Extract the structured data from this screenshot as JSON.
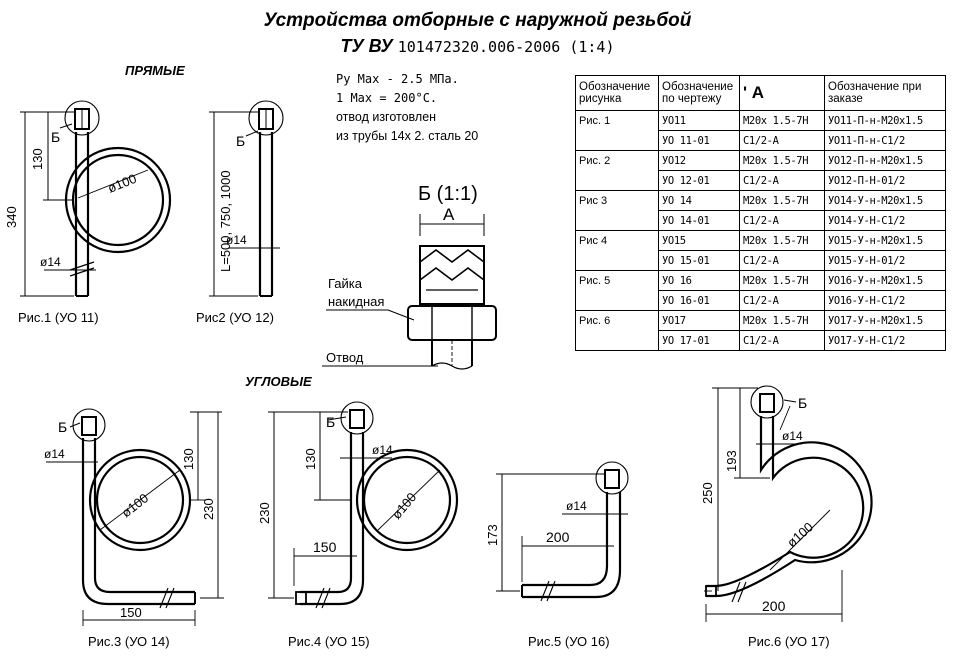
{
  "title": "Устройства отборные с наружной резьбой",
  "subtitle": {
    "prefix": "ТУ ВУ",
    "code": "101472320.006-2006 (1:4)"
  },
  "sections": {
    "straight": "ПРЯМЫЕ",
    "angled": "УГЛОВЫЕ"
  },
  "notes": {
    "pressure": "Py Max - 2.5 МПа.",
    "temp": "1 Max = 200°С.",
    "made1": "отвод изготовлен",
    "made2": "из трубы 14х 2. сталь 20"
  },
  "detail": {
    "title": "Б (1:1)",
    "size_label": "А",
    "nut_label1": "Гайка",
    "nut_label2": "накидная",
    "pipe_label": "Отвод"
  },
  "dims": {
    "b": "Б",
    "d14": "ø14",
    "d100": "ø100",
    "fig1_130": "130",
    "fig1_340": "340",
    "fig2_L": "L=500, 750, 1000",
    "fig3_130": "130",
    "fig3_230": "230",
    "fig3_150": "150",
    "fig4_130": "130",
    "fig4_230": "230",
    "fig4_150": "150",
    "fig5_173": "173",
    "fig5_200": "200",
    "fig6_250": "250",
    "fig6_193": "193",
    "fig6_200": "200"
  },
  "captions": {
    "fig1": "Рис.1 (УО 11)",
    "fig2": "Рис2 (УО 12)",
    "fig3": "Рис.3 (УО 14)",
    "fig4": "Рис.4 (УО 15)",
    "fig5": "Рис.5 (УО 16)",
    "fig6": "Рис.6 (УО 17)"
  },
  "table": {
    "headers": [
      "Обозначение рисунка",
      "Обозначение по чертежу",
      "' А",
      "Обозначение при заказе"
    ],
    "rows": [
      [
        "Рис. 1",
        "УО11",
        "М20х 1.5-7Н",
        "УО11-П-н-М20х1.5"
      ],
      [
        "",
        "УО 11-01",
        "С1/2-А",
        "УО11-П-н-С1/2"
      ],
      [
        "Рис. 2",
        "УО12",
        "М20х 1.5-7Н",
        "УО12-П-н-М20х1.5"
      ],
      [
        "",
        "УО 12-01",
        "С1/2-А",
        "УО12-П-Н-01/2"
      ],
      [
        "Рис 3",
        "УО 14",
        "М20х 1.5-7Н",
        "УО14-У-н-М20х1.5"
      ],
      [
        "",
        "УО 14-01",
        "С1/2-А",
        "УО14-У-Н-С1/2"
      ],
      [
        "Рис 4",
        "УО15",
        "М20х 1.5-7Н",
        "УО15-У-н-М20х1.5"
      ],
      [
        "",
        "УО 15-01",
        "С1/2-А",
        "УО15-У-Н-01/2"
      ],
      [
        "Рис. 5",
        "УО 16",
        "М20х 1.5-7Н",
        "УО16-У-н-М20х1.5"
      ],
      [
        "",
        "УО 16-01",
        "С1/2-А",
        "УО16-У-Н-С1/2"
      ],
      [
        "Рис. 6",
        "УО17",
        "М20х 1.5-7Н",
        "УО17-У-н-М20х1.5"
      ],
      [
        "",
        "УО 17-01",
        "С1/2-А",
        "УО17-У-Н-С1/2"
      ]
    ]
  }
}
